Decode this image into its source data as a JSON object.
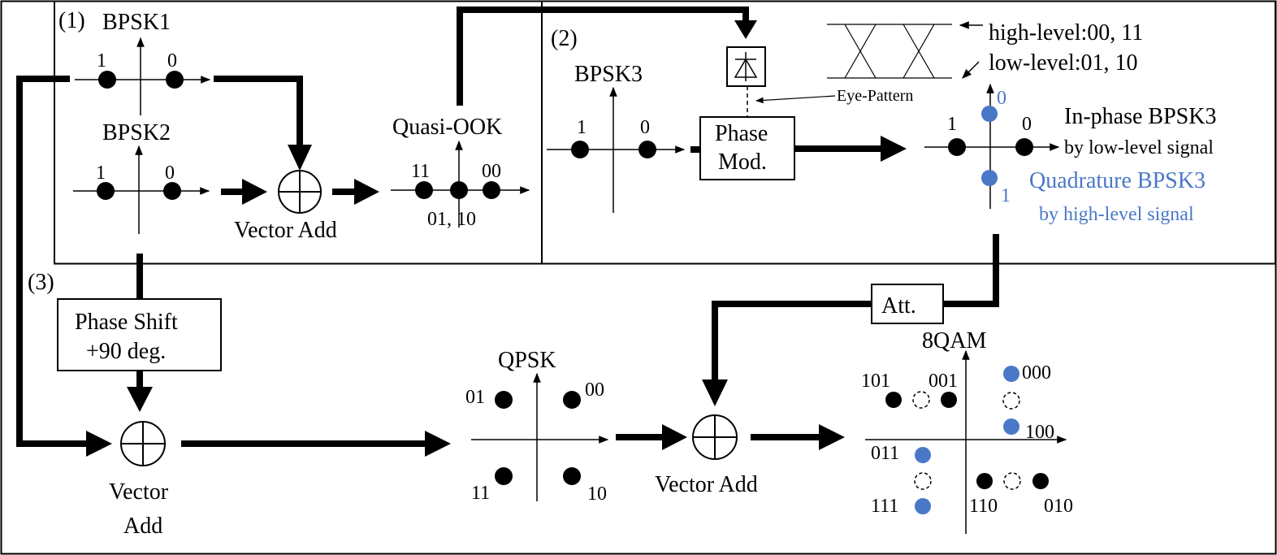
{
  "colors": {
    "black": "#000000",
    "blue": "#4a78c8"
  },
  "section1": {
    "num": "(1)",
    "bpsk1": "BPSK1",
    "bpsk1_1": "1",
    "bpsk1_0": "0",
    "bpsk2": "BPSK2",
    "bpsk2_1": "1",
    "bpsk2_0": "0",
    "vector_add": "Vector Add",
    "quasi_ook": "Quasi-OOK",
    "ook_11": "11",
    "ook_00": "00",
    "ook_0110": "01, 10"
  },
  "section2": {
    "num": "(2)",
    "bpsk3": "BPSK3",
    "bpsk3_1": "1",
    "bpsk3_0": "0",
    "phase_mod_1": "Phase",
    "phase_mod_2": "Mod.",
    "eye_pattern": "Eye-Pattern",
    "high_level": "high-level:00, 11",
    "low_level": "low-level:01, 10",
    "out_1": "1",
    "out_0": "0",
    "q_0": "0",
    "q_1": "1",
    "inphase_1": "In-phase BPSK3",
    "inphase_2": "by low-level signal",
    "quad_1": "Quadrature BPSK3",
    "quad_2": "by high-level signal"
  },
  "section3": {
    "num": "(3)",
    "phase_shift_1": "Phase Shift",
    "phase_shift_2": "+90 deg.",
    "vector_add_1": "Vector",
    "vector_add_2": "Add",
    "qpsk": "QPSK",
    "q_01": "01",
    "q_00": "00",
    "q_11": "11",
    "q_10": "10",
    "att": "Att.",
    "vector_add": "Vector Add",
    "qam8": "8QAM",
    "s101": "101",
    "s001": "001",
    "s000": "000",
    "s100": "100",
    "s011": "011",
    "s111": "111",
    "s110": "110",
    "s010": "010"
  }
}
